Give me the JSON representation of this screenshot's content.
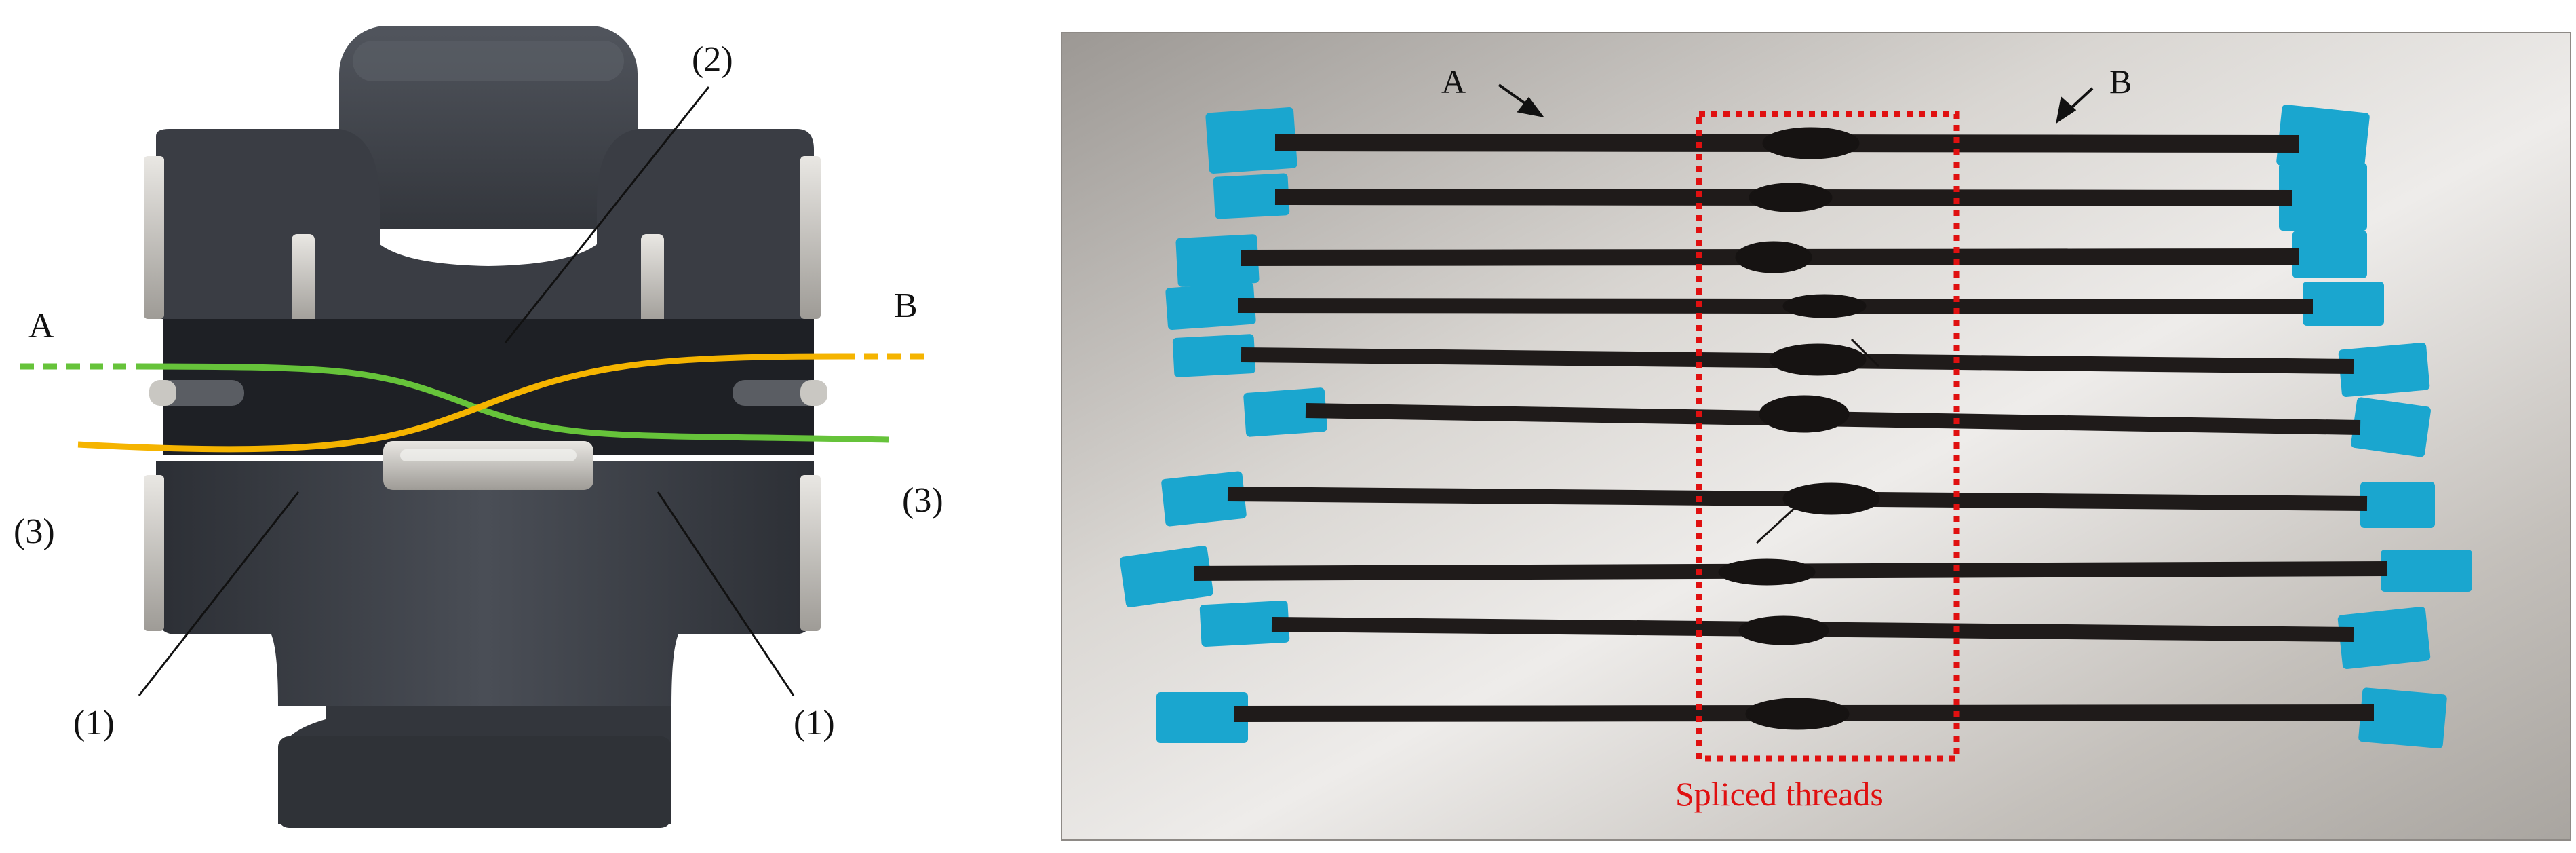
{
  "panel_left": {
    "label_a": "A",
    "label_b": "B",
    "callout_2": "(2)",
    "callout_3_left": "(3)",
    "callout_3_right": "(3)",
    "callout_1_left": "(1)",
    "callout_1_right": "(1)",
    "colors": {
      "thread_a": "#66c33a",
      "thread_b": "#f5b400",
      "device_body": "#3a3d44",
      "metal": "#c9c7c2"
    }
  },
  "panel_right": {
    "label_a": "A",
    "label_b": "B",
    "caption": "Spliced threads",
    "colors": {
      "highlight_box": "#e01010",
      "tape": "#1aa6cf",
      "plate": "#cfcbc7",
      "thread": "#1f1b1a"
    }
  }
}
